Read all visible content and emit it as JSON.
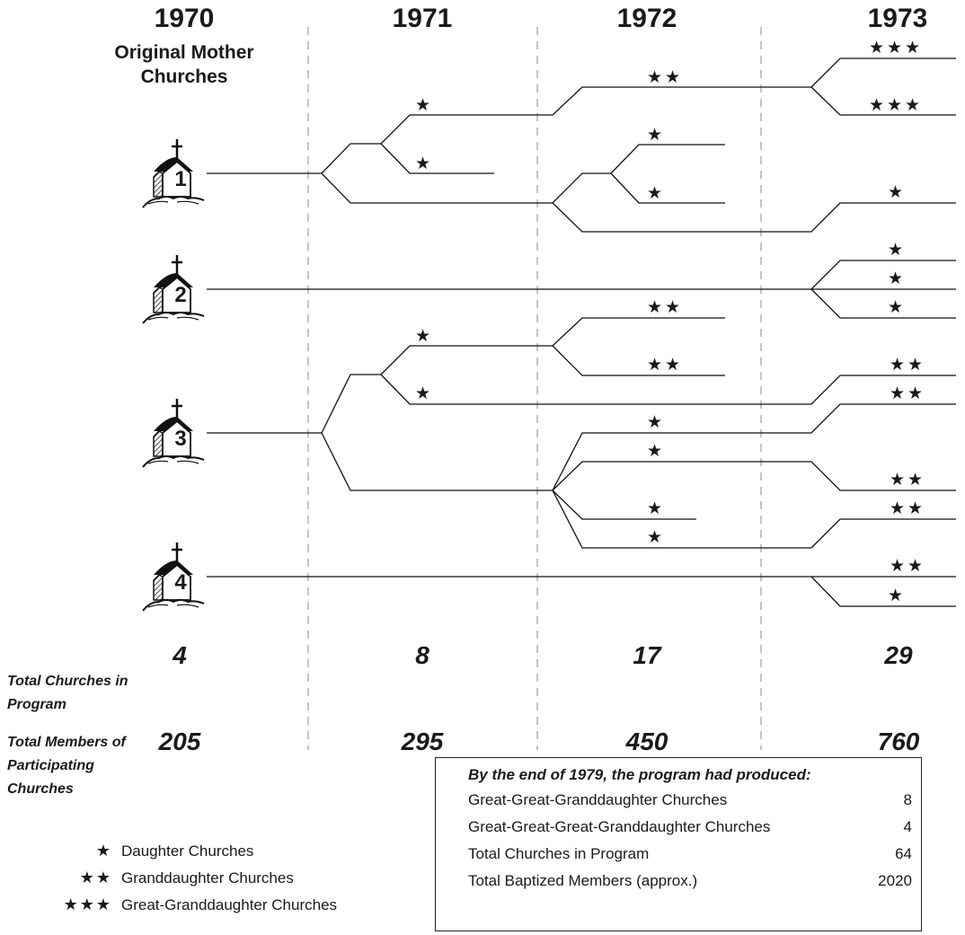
{
  "years": [
    "1970",
    "1971",
    "1972",
    "1973"
  ],
  "subtitle": "Original Mother Churches",
  "mothers": [
    "1",
    "2",
    "3",
    "4"
  ],
  "totals": {
    "churches_label": "Total Churches in Program",
    "churches": [
      "4",
      "8",
      "17",
      "29"
    ],
    "members_label": "Total Members of Participating Churches",
    "members": [
      "205",
      "295",
      "450",
      "760"
    ]
  },
  "legend": [
    {
      "stars": "★",
      "label": "Daughter Churches"
    },
    {
      "stars": "★★",
      "label": "Granddaughter Churches"
    },
    {
      "stars": "★★★",
      "label": "Great-Granddaughter Churches"
    }
  ],
  "summary": {
    "header": "By the end of 1979, the program had produced:",
    "rows": [
      {
        "label": "Great-Great-Granddaughter Churches",
        "value": "8"
      },
      {
        "label": "Great-Great-Great-Granddaughter Churches",
        "value": "4"
      },
      {
        "label": "Total Churches in Program",
        "value": "64"
      },
      {
        "label": "Total Baptized Members (approx.)",
        "value": "2020"
      }
    ]
  },
  "branch_marks": [
    "★",
    "★",
    "★★",
    "★",
    "★",
    "★★★",
    "★★★",
    "★",
    "★",
    "★",
    "★",
    "★",
    "★★",
    "★★",
    "★",
    "★★",
    "★★",
    "★",
    "★",
    "★★",
    "★",
    "★",
    "★★",
    "★★",
    "★"
  ]
}
